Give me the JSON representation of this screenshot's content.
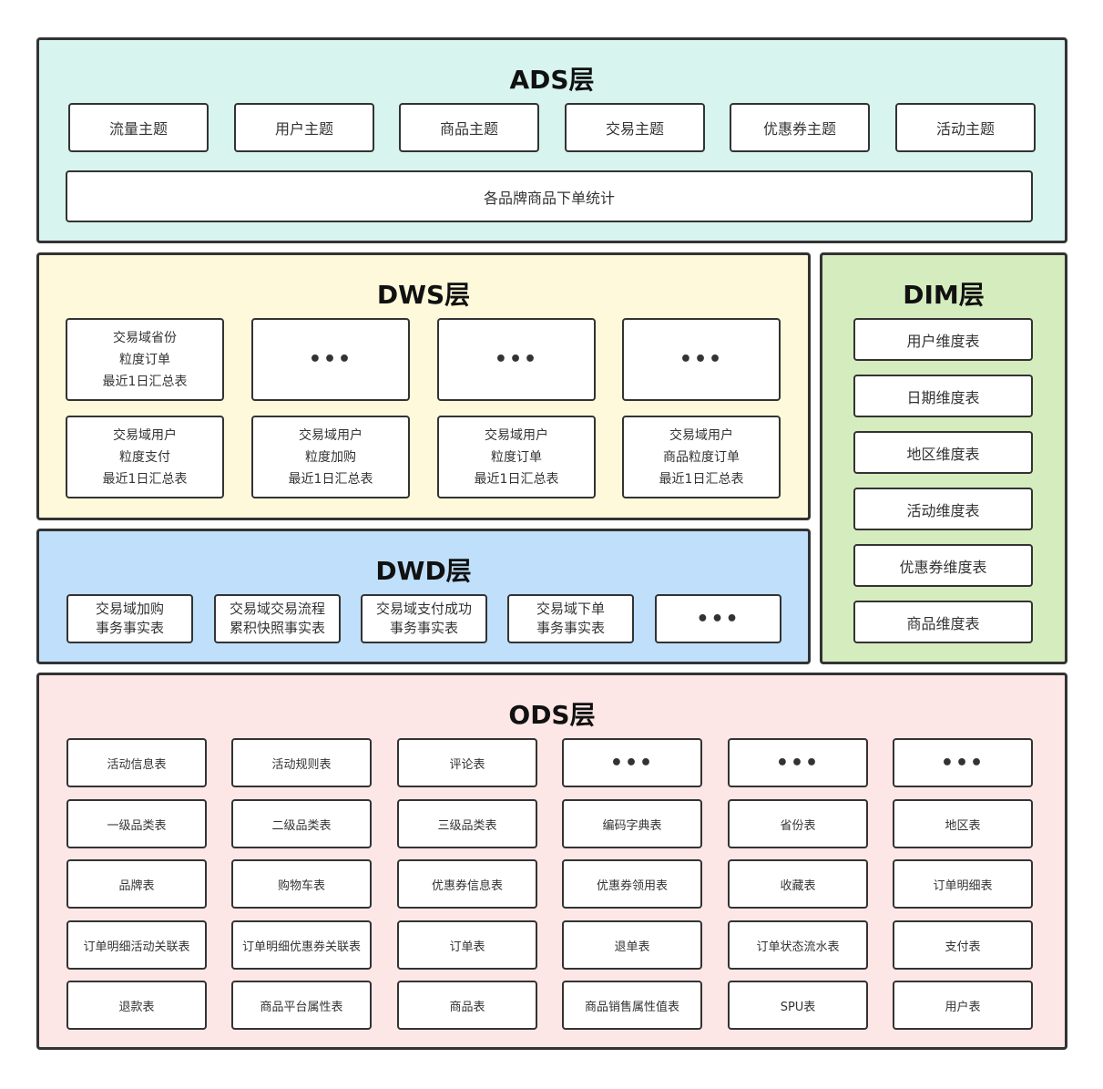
{
  "ads": {
    "title": "ADS层",
    "bg": "#d7f4ee",
    "topics": [
      "流量主题",
      "用户主题",
      "商品主题",
      "交易主题",
      "优惠券主题",
      "活动主题"
    ],
    "wide": "各品牌商品下单统计"
  },
  "dws": {
    "title": "DWS层",
    "bg": "#fdf9da",
    "rows": [
      [
        [
          "交易域省份",
          "粒度订单",
          "最近1日汇总表"
        ],
        [
          "•••"
        ],
        [
          "•••"
        ],
        [
          "•••"
        ]
      ],
      [
        [
          "交易域用户",
          "粒度支付",
          "最近1日汇总表"
        ],
        [
          "交易域用户",
          "粒度加购",
          "最近1日汇总表"
        ],
        [
          "交易域用户",
          "粒度订单",
          "最近1日汇总表"
        ],
        [
          "交易域用户",
          "商品粒度订单",
          "最近1日汇总表"
        ]
      ]
    ]
  },
  "dwd": {
    "title": "DWD层",
    "bg": "#bfdffa",
    "items": [
      [
        "交易域加购",
        "事务事实表"
      ],
      [
        "交易域交易流程",
        "累积快照事实表"
      ],
      [
        "交易域支付成功",
        "事务事实表"
      ],
      [
        "交易域下单",
        "事务事实表"
      ],
      [
        "•••"
      ]
    ]
  },
  "dim": {
    "title": "DIM层",
    "bg": "#d5ecbe",
    "items": [
      "用户维度表",
      "日期维度表",
      "地区维度表",
      "活动维度表",
      "优惠券维度表",
      "商品维度表"
    ]
  },
  "ods": {
    "title": "ODS层",
    "bg": "#fde6e6",
    "rows": [
      [
        "活动信息表",
        "活动规则表",
        "评论表",
        "•••",
        "•••",
        "•••"
      ],
      [
        "一级品类表",
        "二级品类表",
        "三级品类表",
        "编码字典表",
        "省份表",
        "地区表"
      ],
      [
        "品牌表",
        "购物车表",
        "优惠券信息表",
        "优惠券领用表",
        "收藏表",
        "订单明细表"
      ],
      [
        "订单明细活动关联表",
        "订单明细优惠券关联表",
        "订单表",
        "退单表",
        "订单状态流水表",
        "支付表"
      ],
      [
        "退款表",
        "商品平台属性表",
        "商品表",
        "商品销售属性值表",
        "SPU表",
        "用户表"
      ]
    ]
  }
}
